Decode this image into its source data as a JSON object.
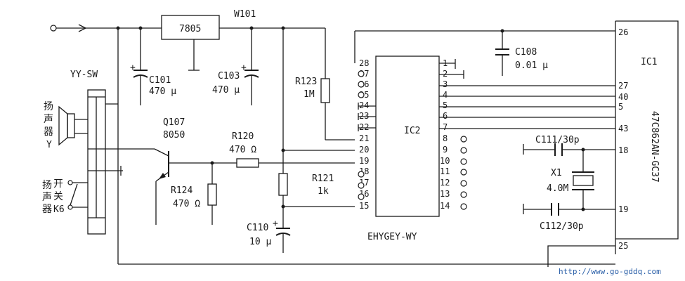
{
  "labels": {
    "reg": "7805",
    "w101": "W101",
    "yysw": "YY-SW",
    "c101": "C101",
    "c101v": "470 μ",
    "c103": "C103",
    "c103v": "470 μ",
    "r123": "R123",
    "r123v": "1M",
    "c108": "C108",
    "c108v": "0.01 μ",
    "ic1": "IC1",
    "ic1part": "47C862AN-GC37",
    "q107": "Q107",
    "q107v": "8050",
    "r120": "R120",
    "r120v": "470 Ω",
    "r124": "R124",
    "r124v": "470 Ω",
    "r121": "R121",
    "r121v": "1k",
    "c110": "C110",
    "c110v": "10 μ",
    "ic2": "IC2",
    "ic2part": "EHYGEY-WY",
    "c111": "C111/30p",
    "x1": "X1",
    "x1v": "4.0M",
    "c112": "C112/30p",
    "spk_a1": "扬",
    "spk_a2": "声",
    "spk_a3": "器",
    "spk_a4": "Y",
    "spk_b1": "扬",
    "spk_b2": "声",
    "spk_b3": "器",
    "sw1": "开",
    "sw2": "关",
    "sw3": "K6",
    "url": "http://www.go-gddq.com"
  },
  "ic2_pins_left": [
    "28",
    "27",
    "26",
    "25",
    "24",
    "23",
    "22",
    "21",
    "20",
    "19",
    "18",
    "17",
    "16",
    "15"
  ],
  "ic2_pins_right": [
    "1",
    "2",
    "3",
    "4",
    "5",
    "6",
    "7",
    "8",
    "9",
    "10",
    "11",
    "12",
    "13",
    "14"
  ],
  "ic1_pins": [
    "26",
    "27",
    "40",
    "5",
    "43",
    "18",
    "19",
    "25"
  ]
}
